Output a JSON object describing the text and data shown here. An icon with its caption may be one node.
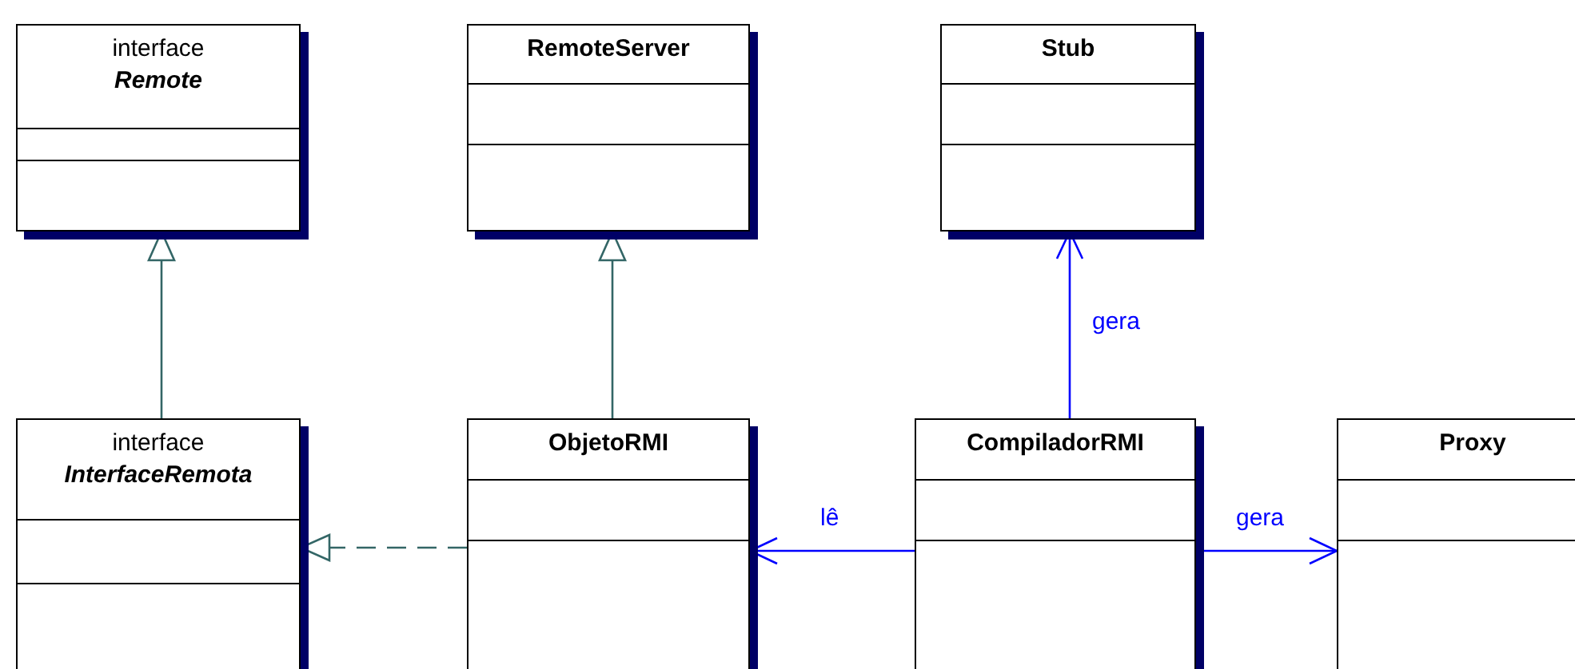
{
  "diagram": {
    "nodes": [
      {
        "text": [
          "interface",
          "Remote"
        ]
      },
      {
        "text": [
          "RemoteServer"
        ]
      },
      {
        "text": [
          "Stub"
        ]
      },
      {
        "text": [
          "interface",
          "InterfaceRemota"
        ]
      },
      {
        "text": [
          "ObjetoRMI"
        ]
      },
      {
        "text": [
          "CompiladorRMI"
        ]
      },
      {
        "text": [
          "Proxy"
        ]
      }
    ],
    "edges": [
      {
        "from": 3,
        "to": 0,
        "arrow": "to",
        "color": "#336666"
      },
      {
        "from": 4,
        "to": 1,
        "arrow": "to",
        "color": "#336666"
      },
      {
        "from": 4,
        "to": 3,
        "arrow": "to",
        "style": "dashed",
        "color": "#336666"
      },
      {
        "from": 5,
        "to": 2,
        "arrow": "to",
        "label": "gera",
        "color": "#0000ff"
      },
      {
        "from": 5,
        "to": 4,
        "arrow": "to",
        "label": "lê",
        "color": "#0000ff"
      },
      {
        "from": 5,
        "to": 6,
        "arrow": "to",
        "label": "gera",
        "color": "#0000ff"
      }
    ]
  }
}
